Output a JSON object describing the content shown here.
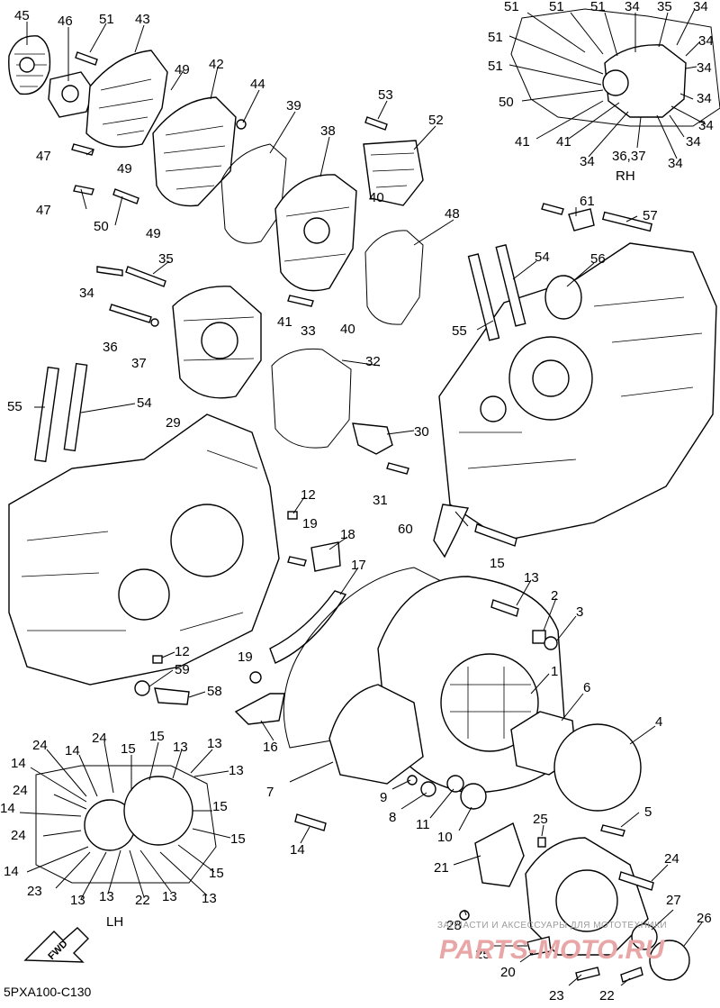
{
  "diagram": {
    "code": "5PXA100-C130",
    "side_labels": {
      "rh": "RH",
      "lh": "LH"
    },
    "fwd_label": "FWD",
    "watermark": {
      "line1": "ЗАПЧАСТИ И АКСЕССУАРЫ ДЛЯ МОТОТЕХНИКИ",
      "line2": "PARTS-MOTO.RU"
    },
    "callouts": {
      "c1": "45",
      "c2": "46",
      "c3": "51",
      "c4": "43",
      "c5": "47",
      "c6": "49",
      "c7": "42",
      "c8": "44",
      "c9": "39",
      "c10": "38",
      "c11": "53",
      "c12": "52",
      "c13": "47",
      "c14": "50",
      "c15": "49",
      "c16": "49",
      "c17": "40",
      "c18": "48",
      "c19": "34",
      "c20": "35",
      "c21": "41",
      "c22": "33",
      "c23": "40",
      "c24": "36",
      "c25": "37",
      "c26": "32",
      "c27": "55",
      "c28": "54",
      "c29": "29",
      "c30": "30",
      "c31": "31",
      "c32": "12",
      "c33": "19",
      "c34": "18",
      "c35": "17",
      "c36": "60",
      "c37": "15",
      "c38": "13",
      "c39": "2",
      "c40": "3",
      "c41": "12",
      "c42": "19",
      "c43": "59",
      "c44": "58",
      "c45": "1",
      "c46": "6",
      "c47": "4",
      "c48": "16",
      "c49": "7",
      "c50": "9",
      "c51": "8",
      "c52": "11",
      "c53": "10",
      "c54": "14",
      "c55": "5",
      "c56": "25",
      "c57": "21",
      "c58": "24",
      "c59": "27",
      "c60": "26",
      "c61": "28",
      "c62": "25",
      "c63": "20",
      "c64": "23",
      "c65": "22",
      "c66": "61",
      "c67": "57",
      "c68": "54",
      "c69": "56",
      "c70": "55"
    },
    "rh_callouts": {
      "r1": "51",
      "r2": "51",
      "r3": "51",
      "r4": "34",
      "r5": "35",
      "r6": "34",
      "r7": "51",
      "r8": "34",
      "r9": "51",
      "r10": "34",
      "r11": "50",
      "r12": "34",
      "r13": "34",
      "r14": "41",
      "r15": "41",
      "r16": "34",
      "r17": "36,37",
      "r18": "34",
      "r19": "34"
    },
    "lh_callouts": {
      "l1": "24",
      "l2": "14",
      "l3": "24",
      "l4": "15",
      "l5": "15",
      "l6": "13",
      "l7": "13",
      "l8": "14",
      "l9": "13",
      "l10": "24",
      "l11": "14",
      "l12": "15",
      "l13": "24",
      "l14": "15",
      "l15": "14",
      "l16": "15",
      "l17": "23",
      "l18": "13",
      "l19": "13",
      "l20": "22",
      "l21": "13",
      "l22": "13"
    }
  }
}
